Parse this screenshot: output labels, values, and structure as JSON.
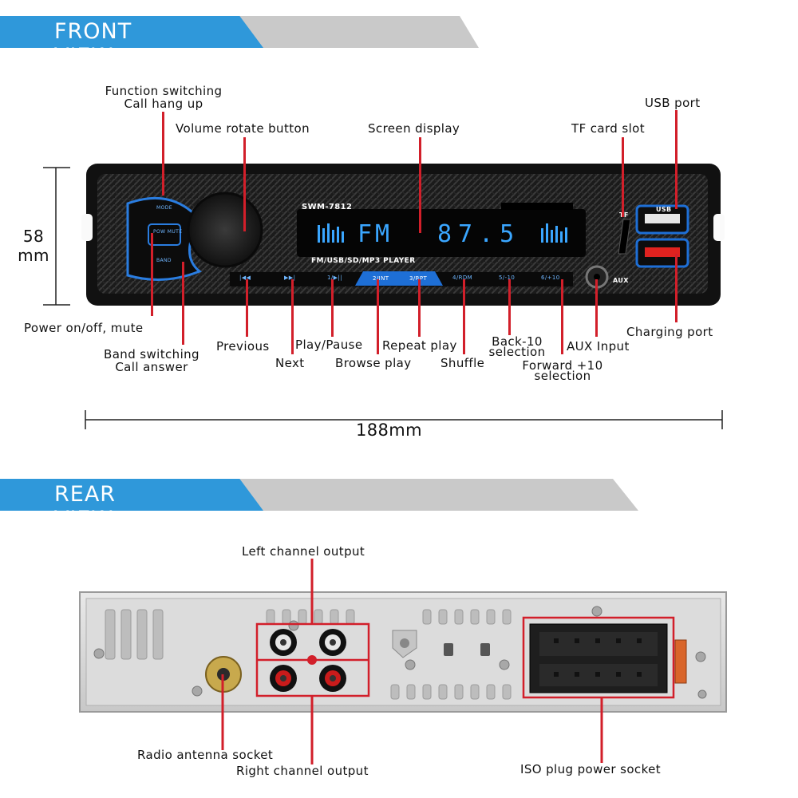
{
  "front_banner": "FRONT VIEW",
  "rear_banner": "REAR VIEW",
  "radio": {
    "model": "SWM-7812",
    "player_text": "FM/USB/SD/MP3  PLAYER",
    "display_band": "FM",
    "display_freq": "87.5",
    "buttons": [
      "MODE",
      "POW MUTE",
      "BAND"
    ],
    "bottom_keys": [
      "|◀◀",
      "▶▶|",
      "1/▶||",
      "2/INT",
      "3/RPT",
      "4/RDM",
      "5/-10",
      "6/+10"
    ],
    "usb_label": "USB",
    "tf_label": "TF",
    "aux_label": "AUX"
  },
  "front_labels": {
    "function_switching": "Function switching",
    "call_hang_up": "Call hang up",
    "volume": "Volume rotate button",
    "screen": "Screen display",
    "tf_slot": "TF card slot",
    "usb_port": "USB port",
    "power": "Power on/off, mute",
    "band_switching": "Band switching",
    "call_answer": "Call answer",
    "previous": "Previous",
    "next": "Next",
    "play_pause": "Play/Pause",
    "browse_play": "Browse play",
    "repeat_play": "Repeat play",
    "shuffle": "Shuffle",
    "back10_1": "Back-10",
    "back10_2": "selection",
    "forward10_1": "Forward +10",
    "forward10_2": "selection",
    "aux_input": "AUX Input",
    "charging_port": "Charging port"
  },
  "dimensions": {
    "height_1": "58",
    "height_2": "mm",
    "width": "188mm"
  },
  "rear_labels": {
    "left_channel": "Left channel output",
    "antenna": "Radio antenna socket",
    "right_channel": "Right channel output",
    "iso_plug": "ISO plug power socket"
  },
  "colors": {
    "accent_blue": "#2f98da",
    "callout_red": "#d21f2a",
    "display_blue": "#3aa6ff"
  }
}
